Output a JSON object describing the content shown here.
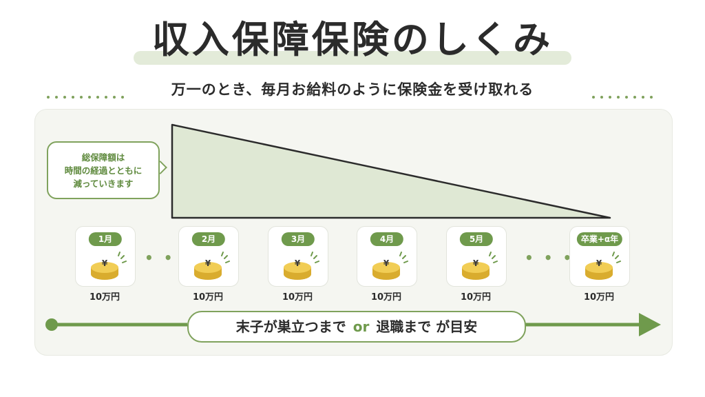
{
  "title": "収入保障保険のしくみ",
  "subtitle": "万一のとき、毎月お給料のように保険金を受け取れる",
  "bubble": {
    "line1": "総保障額は",
    "line2": "時間の経過とともに",
    "line3": "減っていきます"
  },
  "months": [
    {
      "label": "1月",
      "amount": "10万円"
    },
    {
      "label": "2月",
      "amount": "10万円"
    },
    {
      "label": "3月",
      "amount": "10万円"
    },
    {
      "label": "4月",
      "amount": "10万円"
    },
    {
      "label": "5月",
      "amount": "10万円"
    },
    {
      "label": "卒業+α年",
      "amount": "10万円"
    }
  ],
  "ellipsis": "• • •",
  "coin_symbol": "¥",
  "timeline": {
    "part1": "末子が巣立つまで",
    "or": "or",
    "part2": "退職まで が目安"
  },
  "colors": {
    "accent": "#6f9a4c",
    "triangle_fill": "#dfe8d4",
    "coin_gold": "#e8c14a"
  }
}
